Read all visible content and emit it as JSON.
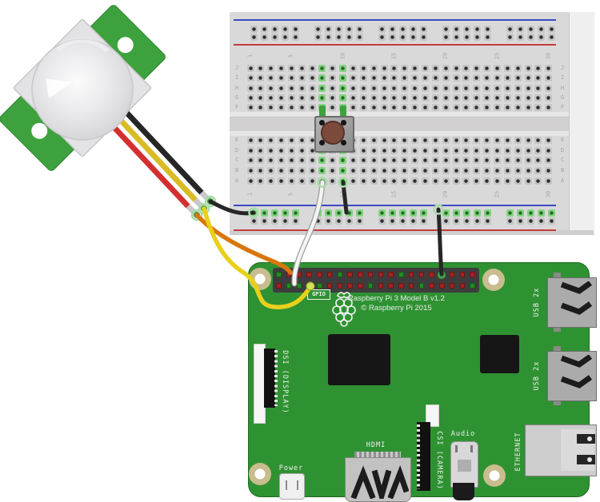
{
  "pir_sensor": {
    "board_color": "#3da23d",
    "frame_color": "#e3e3e5",
    "dome_edge_color": "#c8c8cc",
    "mount_hole_color": "#ffffff"
  },
  "breadboard": {
    "face_color": "#d9d9d9",
    "row_letters_top": [
      "J",
      "I",
      "H",
      "G",
      "F"
    ],
    "row_letters_bottom": [
      "E",
      "D",
      "C",
      "B",
      "A"
    ],
    "column_numbers": [
      "1",
      "5",
      "10",
      "15",
      "20",
      "25",
      "30"
    ],
    "columns": 30,
    "highlighted_columns": [
      8,
      10
    ],
    "rail": {
      "blue": "#3b49c6",
      "red": "#c43b3b",
      "groups": 5,
      "holes_per_group": 5
    },
    "hole_dark": "#2e2e2e",
    "hole_bezel": "#c6c6c6",
    "hole_green": "#236f23",
    "hole_green_bezel": "#86d286"
  },
  "pushbutton": {
    "leg_color": "#3da23d",
    "cap_color": "#7c4a3a"
  },
  "raspberry_pi": {
    "board_color": "#2f9232",
    "title": "Raspberry Pi 3 Model B v1.2",
    "copyright": "© Raspberry Pi 2015",
    "gpio_label": "GPIO",
    "gpio": {
      "pins_per_row": 20,
      "pin_red": "#a32222",
      "pin_green": "#1f8c1f",
      "top_green_pins": [
        1,
        7,
        13,
        17
      ],
      "bottom_green_pins": [
        2,
        3,
        5,
        10,
        15,
        20
      ]
    },
    "labels": {
      "power": "Power",
      "hdmi": "HDMI",
      "dsi": "DSI (DISPLAY)",
      "csi": "CSI (CAMERA)",
      "audio": "Audio",
      "usb_top": "USB 2x",
      "usb_bottom": "USB 2x",
      "ethernet": "ETHERNET"
    },
    "mount_ring_color": "#c9bc8e"
  },
  "wires": {
    "pir_lead_black": {
      "color": "#262626"
    },
    "pir_lead_yellow": {
      "color": "#d9bc25"
    },
    "pir_lead_red": {
      "color": "#d42f2f"
    },
    "sleeve": {
      "color": "#c9c9c9"
    },
    "junction_dot": {
      "fill": "#44a044",
      "ring": "#a8dca8"
    },
    "jumper_black": {
      "color": "#262626"
    },
    "jumper_orange": {
      "color": "#d8770e"
    },
    "jumper_yellow": {
      "color": "#e9d01b"
    },
    "jumper_white": {
      "color": "#f5f5f5"
    },
    "jumper_white_outline": {
      "color": "#9c9c9c"
    },
    "yellow_end_dot": {
      "fill": "#cfe35d",
      "ring": "#98a51d"
    },
    "gnd_pin_dot": {
      "fill": "#3da23d"
    }
  }
}
